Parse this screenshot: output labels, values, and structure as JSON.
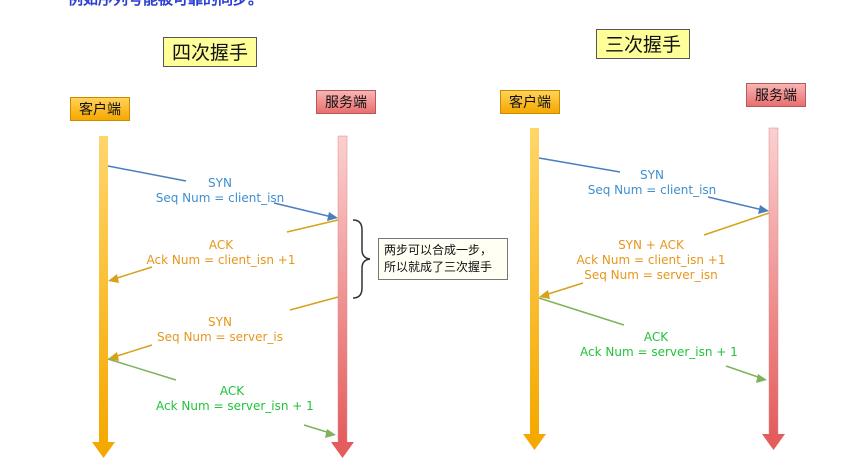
{
  "header_text": "例如序列号能被可靠的同步。",
  "left": {
    "title": "四次握手",
    "client_label": "客户端",
    "server_label": "服务端",
    "messages": [
      {
        "line1": "SYN",
        "line2": "Seq Num = client_isn"
      },
      {
        "line1": "ACK",
        "line2": "Ack Num =  client_isn +1"
      },
      {
        "line1": "SYN",
        "line2": "Seq Num = server_is"
      },
      {
        "line1": "ACK",
        "line2": "Ack Num = server_isn + 1"
      }
    ],
    "note_line1": "两步可以合成一步，",
    "note_line2": "所以就成了三次握手"
  },
  "right": {
    "title": "三次握手",
    "client_label": "客户端",
    "server_label": "服务端",
    "messages": [
      {
        "line1": "SYN",
        "line2": "Seq Num = client_isn"
      },
      {
        "line1": "SYN + ACK",
        "line2": "Ack Num =  client_isn +1",
        "line3": "Seq Num = server_isn"
      },
      {
        "line1": "ACK",
        "line2": "Ack Num = server_isn + 1"
      }
    ]
  },
  "colors": {
    "client_lifeline": "#f5a800",
    "server_lifeline": "#e96f6f",
    "syn_blue": "#4a7ec0",
    "ack_orange": "#d6a21a",
    "ack_green": "#7fb25a",
    "title_bg": "#ffff99"
  }
}
